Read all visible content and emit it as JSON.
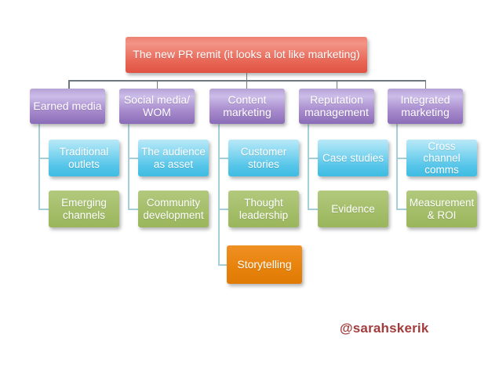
{
  "title": {
    "label": "The new PR remit (it looks a lot like marketing)"
  },
  "credit": {
    "label": "@sarahskerik"
  },
  "colors": {
    "title_box": "#e86656",
    "level1_box": "#a98dce",
    "level2_box": "#55c5e9",
    "level3_box": "#a3bd68",
    "highlight_box": "#e8830d",
    "connector_top": "#6f7780",
    "connector_child": "#a5cdda",
    "credit_text": "#a23c3c",
    "box_text": "#ffffff",
    "background": "#ffffff"
  },
  "columns": [
    {
      "parent": {
        "label": "Earned media"
      },
      "children": [
        {
          "label": "Traditional outlets"
        },
        {
          "label": "Emerging channels"
        }
      ]
    },
    {
      "parent": {
        "label": "Social media/ WOM"
      },
      "children": [
        {
          "label": "The audience as asset"
        },
        {
          "label": "Community development"
        }
      ]
    },
    {
      "parent": {
        "label": "Content marketing"
      },
      "children": [
        {
          "label": "Customer stories"
        },
        {
          "label": "Thought leadership"
        },
        {
          "label": "Storytelling"
        }
      ]
    },
    {
      "parent": {
        "label": "Reputation management"
      },
      "children": [
        {
          "label": "Case studies"
        },
        {
          "label": "Evidence"
        }
      ]
    },
    {
      "parent": {
        "label": "Integrated marketing"
      },
      "children": [
        {
          "label": "Cross channel comms"
        },
        {
          "label": "Measurement & ROI"
        }
      ]
    }
  ]
}
